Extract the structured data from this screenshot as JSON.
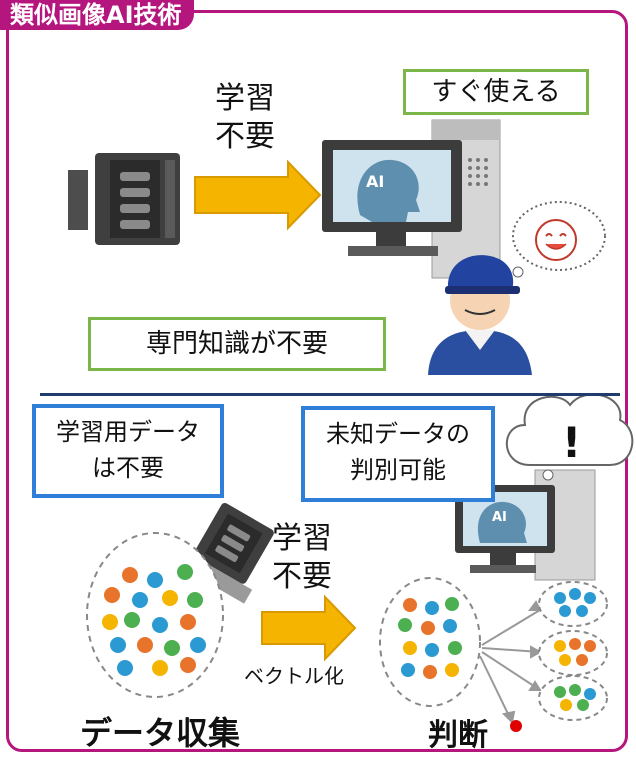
{
  "header": {
    "title": "類似画像AI技術"
  },
  "top": {
    "arrow_label_line1": "学習",
    "arrow_label_line2": "不要",
    "ready_box": "すぐ使える",
    "knowledge_box": "専門知識が不要",
    "monitor_text": "AI"
  },
  "bottom": {
    "box_left_line1": "学習用データ",
    "box_left_line2": "は不要",
    "box_right_line1": "未知データの",
    "box_right_line2": "判別可能",
    "arrow_label_line1": "学習",
    "arrow_label_line2": "不要",
    "vector_label": "ベクトル化",
    "collect_label": "データ収集",
    "judge_label": "判断",
    "thought_mark": "!",
    "monitor_text": "AI"
  },
  "colors": {
    "frame": "#b5167e",
    "green_box": "#7ab648",
    "blue_box": "#2f7fd9",
    "arrow": "#f5b400",
    "divider": "#1f3c6e"
  }
}
